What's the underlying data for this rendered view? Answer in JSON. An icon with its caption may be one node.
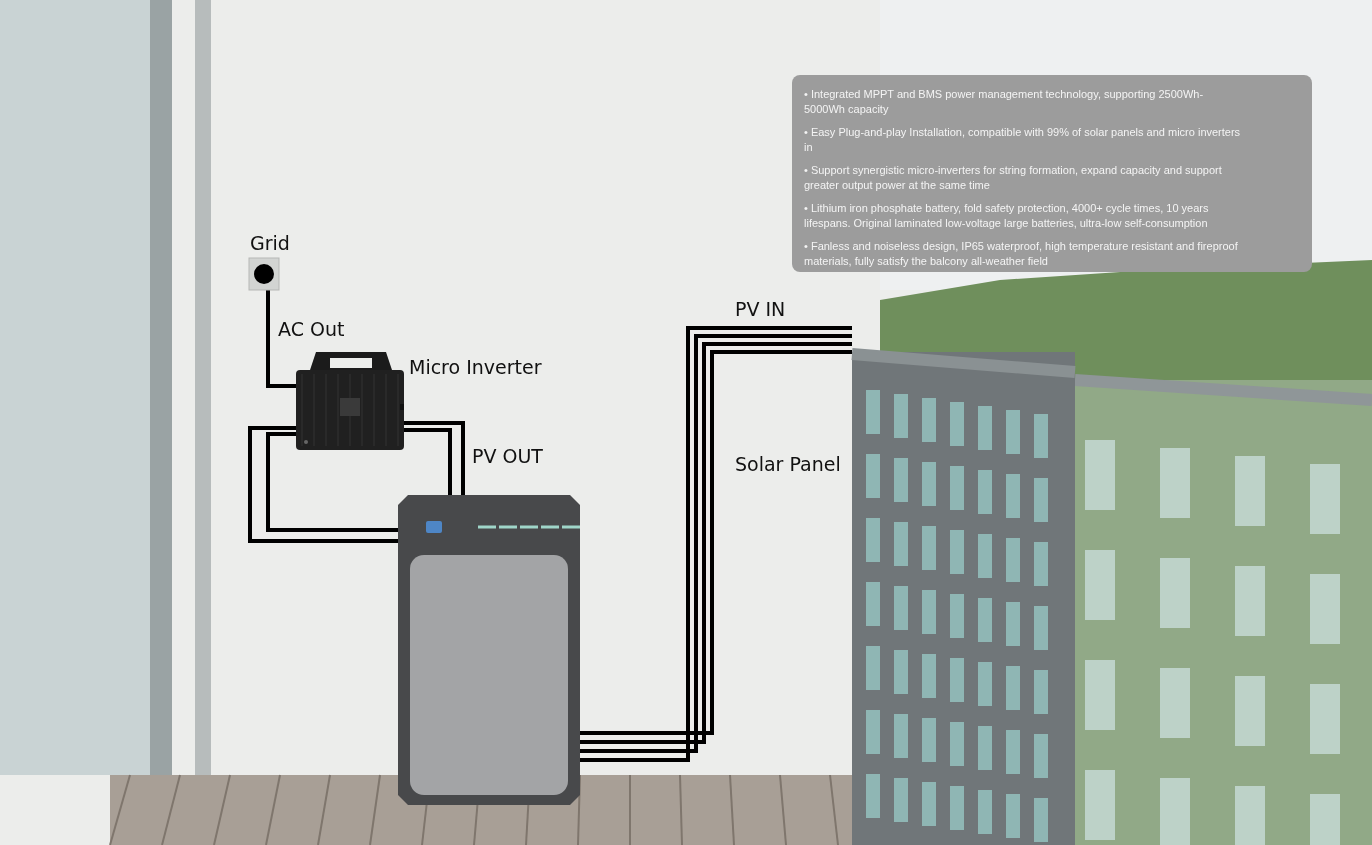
{
  "diagram": {
    "nodes": [
      {
        "text": [],
        "shape": "picture",
        "beside": [
          "Grid"
        ]
      },
      {
        "text": [],
        "shape": "picture",
        "beside": [
          "Micro Inverter"
        ]
      },
      {
        "text": [],
        "shape": "picture"
      },
      {
        "text": [],
        "shape": "picture",
        "beside": [
          "Solar Panel"
        ]
      },
      {
        "text": [
          "• Integrated MPPT and BMS power management technology, supporting 2500Wh-5000Wh capacity",
          "• Easy Plug-and-play Installation, compatible with 99% of solar panels and micro inverters in",
          "• Support synergistic micro-inverters for string formation, expand capacity and support greater output power at the same time",
          "• Lithium iron phosphate battery, fold safety protection, 4000+ cycle times, 10 years lifespans. Original laminated low-voltage large batteries, ultra-low self-consumption",
          "• Fanless and noiseless design, IP65 waterproof, high temperature resistant and fireproof materials, fully satisfy the balcony all-weather field"
        ]
      }
    ],
    "edges": [
      {
        "from": 0,
        "to": 1,
        "arrow": "none",
        "label": "AC Out"
      },
      {
        "from": 1,
        "to": 2,
        "arrow": "none"
      },
      {
        "from": 1,
        "to": 2,
        "arrow": "none",
        "label": "PV OUT"
      },
      {
        "from": 2,
        "to": 3,
        "arrow": "none",
        "label": "PV IN"
      }
    ]
  }
}
